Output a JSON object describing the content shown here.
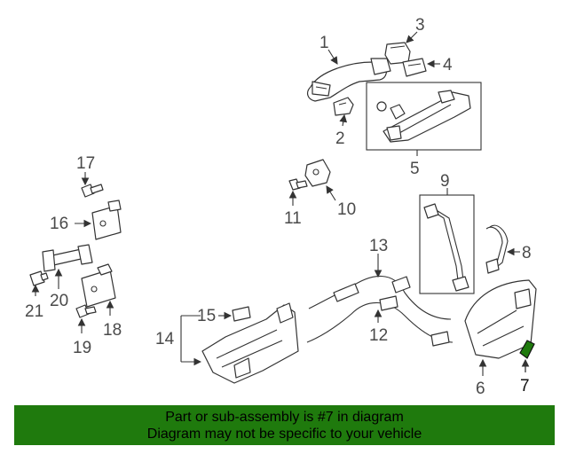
{
  "callouts": {
    "c1": "1",
    "c2": "2",
    "c3": "3",
    "c4": "4",
    "c5": "5",
    "c6": "6",
    "c7": "7",
    "c8": "8",
    "c9": "9",
    "c10": "10",
    "c11": "11",
    "c12": "12",
    "c13": "13",
    "c14": "14",
    "c15": "15",
    "c16": "16",
    "c17": "17",
    "c18": "18",
    "c19": "19",
    "c20": "20",
    "c21": "21"
  },
  "highlighted_part": "7",
  "colors": {
    "banner": "#1f7a0d",
    "highlight": "#1f7a0d",
    "line": "#333333",
    "label": "#4a4a4a"
  },
  "banner": {
    "line1": "Part or sub-assembly is #7 in diagram",
    "line2": "Diagram may not be specific to your vehicle"
  }
}
